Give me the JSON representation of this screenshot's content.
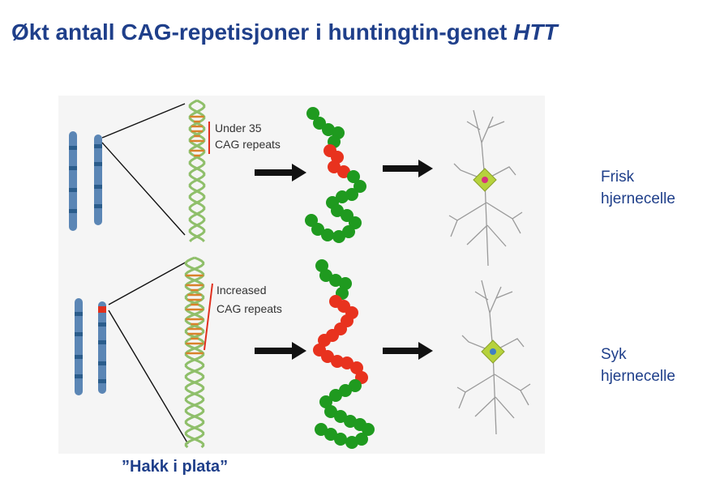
{
  "title": {
    "main": "Økt antall CAG-repetisjoner i huntingtin-genet ",
    "gene": "HTT"
  },
  "healthy_row": {
    "repeat_label_line1": "Under 35",
    "repeat_label_line2": "CAG repeats",
    "cell_label_line1": "Frisk",
    "cell_label_line2": "hjernecelle"
  },
  "disease_row": {
    "repeat_label_line1": "Increased",
    "repeat_label_line2": "CAG repeats",
    "cell_label_line1": "Syk",
    "cell_label_line2": "hjernecelle"
  },
  "caption": "”Hakk i plata”",
  "colors": {
    "title": "#1f3f8a",
    "chromosome": "#5b86b5",
    "chromosome_band": "#2b5d8c",
    "mutation": "#e0301e",
    "protein_normal": "#1f9a1f",
    "protein_expanded": "#e8321e",
    "dna_strand": "#8fbf6a",
    "dna_repeat": "#d9822b",
    "neuron_body": "#b6d23c",
    "neuron_nucleus_healthy": "#d6347a",
    "neuron_nucleus_sick": "#3f7fc4",
    "arrow": "#111111",
    "repeat_bar": "#e0301e"
  }
}
